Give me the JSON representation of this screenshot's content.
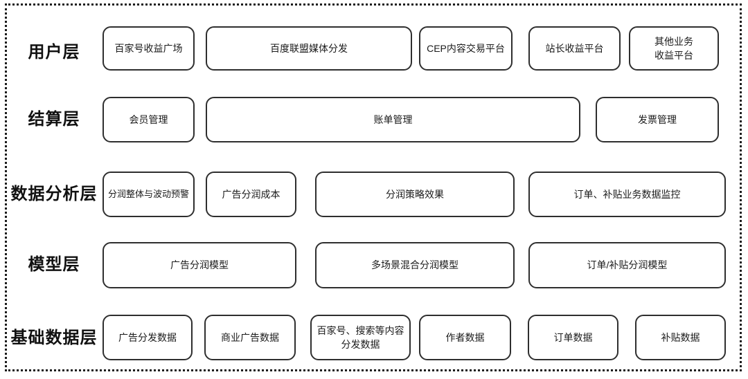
{
  "diagram": {
    "colors": {
      "background": "#ffffff",
      "box_border": "#2e2e2e",
      "frame_border": "#1c1c1c",
      "text": "#1a1a1a"
    },
    "rows": [
      {
        "label": "用户层",
        "boxes": [
          "百家号收益广场",
          "百度联盟媒体分发",
          "CEP内容交易平台",
          "站长收益平台",
          "其他业务\n收益平台"
        ]
      },
      {
        "label": "结算层",
        "boxes": [
          "会员管理",
          "账单管理",
          "发票管理"
        ]
      },
      {
        "label": "数据分析层",
        "boxes": [
          "分润整体与波动预警",
          "广告分润成本",
          "分润策略效果",
          "订单、补贴业务数据监控"
        ]
      },
      {
        "label": "模型层",
        "boxes": [
          "广告分润模型",
          "多场景混合分润模型",
          "订单/补贴分润模型"
        ]
      },
      {
        "label": "基础数据层",
        "boxes": [
          "广告分发数据",
          "商业广告数据",
          "百家号、搜索等内容\n分发数据",
          "作者数据",
          "订单数据",
          "补贴数据"
        ]
      }
    ]
  }
}
